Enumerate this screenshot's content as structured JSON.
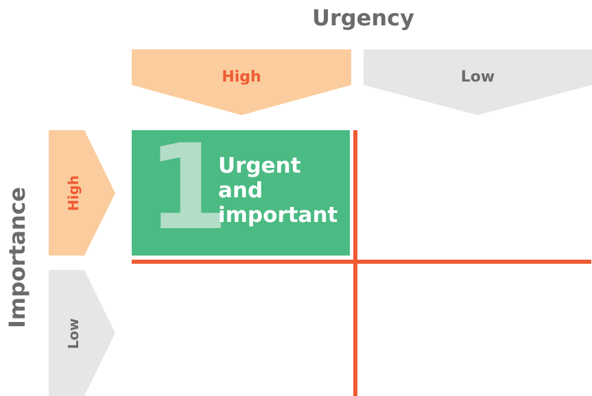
{
  "axes": {
    "x_title": "Urgency",
    "y_title": "Importance"
  },
  "columns": [
    {
      "label": "High",
      "fill": "#fbcc9d",
      "text_color": "#ed5b33"
    },
    {
      "label": "Low",
      "fill": "#e5e6e7",
      "text_color": "#6b6b6b"
    }
  ],
  "rows": [
    {
      "label": "High",
      "fill": "#fbcc9d",
      "text_color": "#ed5b33"
    },
    {
      "label": "Low",
      "fill": "#e5e6e7",
      "text_color": "#6b6b6b"
    }
  ],
  "quadrant": {
    "number": "1",
    "lines": [
      "Urgent",
      "and",
      "important"
    ],
    "fill": "#4bba83",
    "number_color": "#b3ddc6"
  },
  "colors": {
    "divider": "#ed5b33",
    "axis_title": "#6b6b6b"
  }
}
